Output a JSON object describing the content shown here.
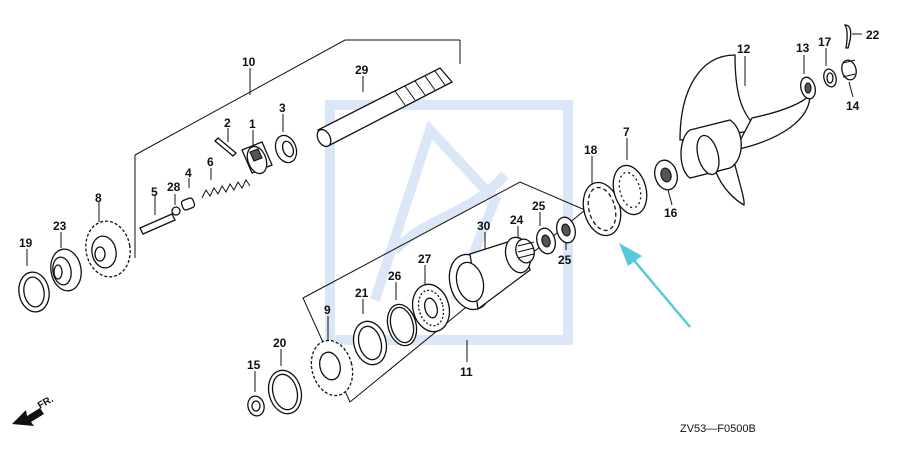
{
  "labels": {
    "p1": "1",
    "p2": "2",
    "p3": "3",
    "p4": "4",
    "p5": "5",
    "p6": "6",
    "p7": "7",
    "p8": "8",
    "p9": "9",
    "p10": "10",
    "p11": "11",
    "p12": "12",
    "p13": "13",
    "p14": "14",
    "p15": "15",
    "p16": "16",
    "p17": "17",
    "p18": "18",
    "p19": "19",
    "p20": "20",
    "p21": "21",
    "p22": "22",
    "p23": "23",
    "p24": "24",
    "p25a": "25",
    "p25b": "25",
    "p26": "26",
    "p27": "27",
    "p28": "28",
    "p29": "29",
    "p30": "30"
  },
  "front_indicator": "FR.",
  "diagram_code": "ZV53—F0500B",
  "colors": {
    "line": "#111111",
    "watermark": "#dbe6f7",
    "arrow": "#58c8dc"
  }
}
